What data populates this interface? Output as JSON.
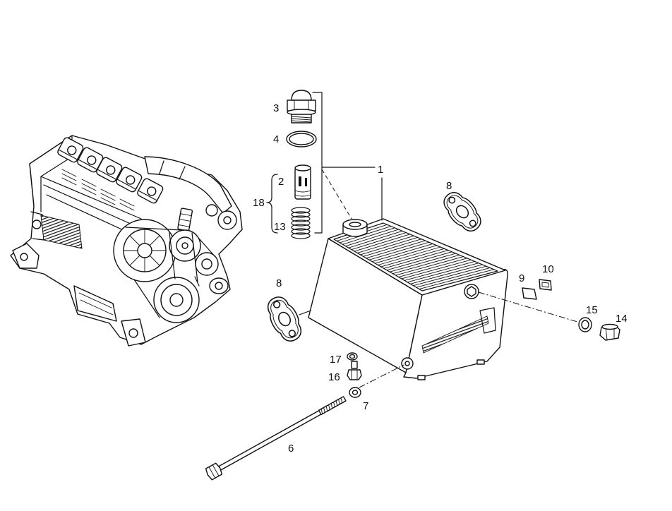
{
  "colors": {
    "ink": "#111111",
    "paper": "#ffffff"
  },
  "callouts": {
    "p1": "1",
    "p2": "2",
    "p3": "3",
    "p4": "4",
    "p6": "6",
    "p7": "7",
    "p8_upper": "8",
    "p8_lower": "8",
    "p9": "9",
    "p10": "10",
    "p13": "13",
    "p14": "14",
    "p15": "15",
    "p16": "16",
    "p17": "17",
    "p18": "18"
  }
}
